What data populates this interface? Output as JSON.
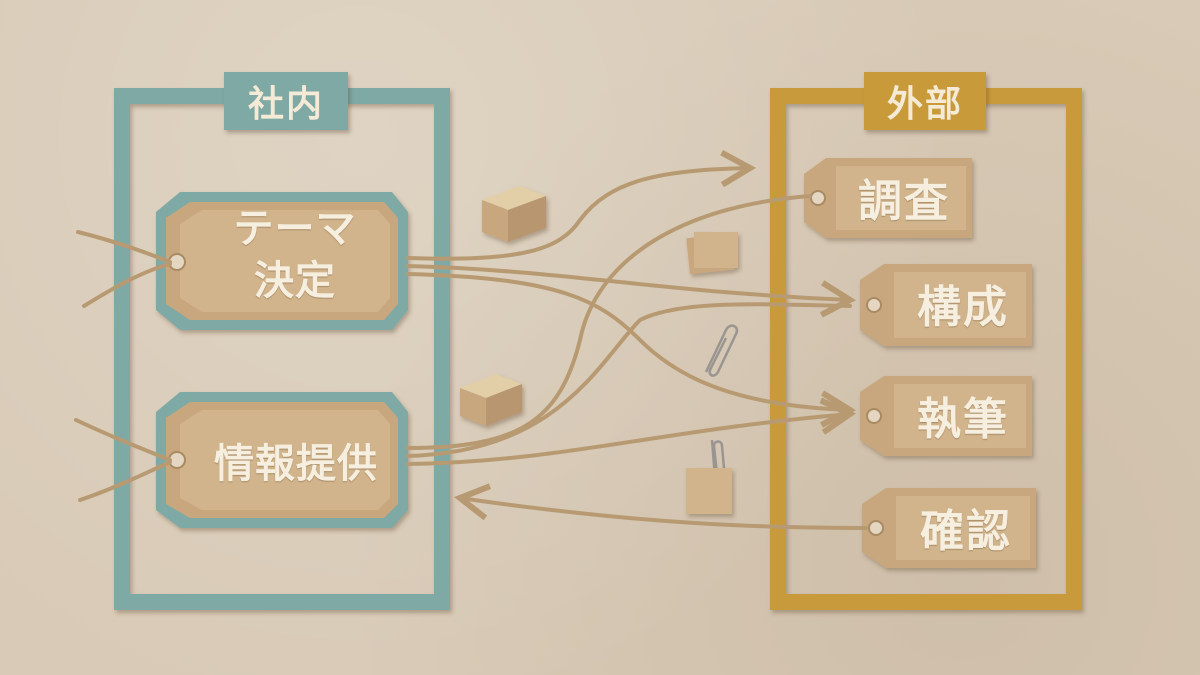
{
  "groups": {
    "internal": {
      "label": "社内",
      "color": "#7fa9a5"
    },
    "external": {
      "label": "外部",
      "color": "#c99a3a"
    }
  },
  "internal_tags": {
    "theme": {
      "line1": "テーマ",
      "line2": "決定"
    },
    "info": {
      "label": "情報提供"
    }
  },
  "external_tags": {
    "research": {
      "label": "調査"
    },
    "structure": {
      "label": "構成"
    },
    "writing": {
      "label": "執筆"
    },
    "check": {
      "label": "確認"
    }
  },
  "flows": [
    {
      "from": "テーマ決定",
      "to": "調査"
    },
    {
      "from": "テーマ決定",
      "to": "構成"
    },
    {
      "from": "テーマ決定",
      "to": "執筆"
    },
    {
      "from": "情報提供",
      "to": "調査"
    },
    {
      "from": "情報提供",
      "to": "構成"
    },
    {
      "from": "情報提供",
      "to": "執筆"
    },
    {
      "from": "確認",
      "to": "情報提供"
    }
  ],
  "decorations": [
    "cardboard-box-icon",
    "cardboard-box-icon",
    "paper-stack-icon",
    "paperclip-icon",
    "paperclip-icon",
    "sticky-note-icon"
  ],
  "colors": {
    "background": "#d8cab6",
    "tag_fill": "#c8a77e",
    "tag_inner": "#d1b48c",
    "twine": "#b89a72"
  }
}
